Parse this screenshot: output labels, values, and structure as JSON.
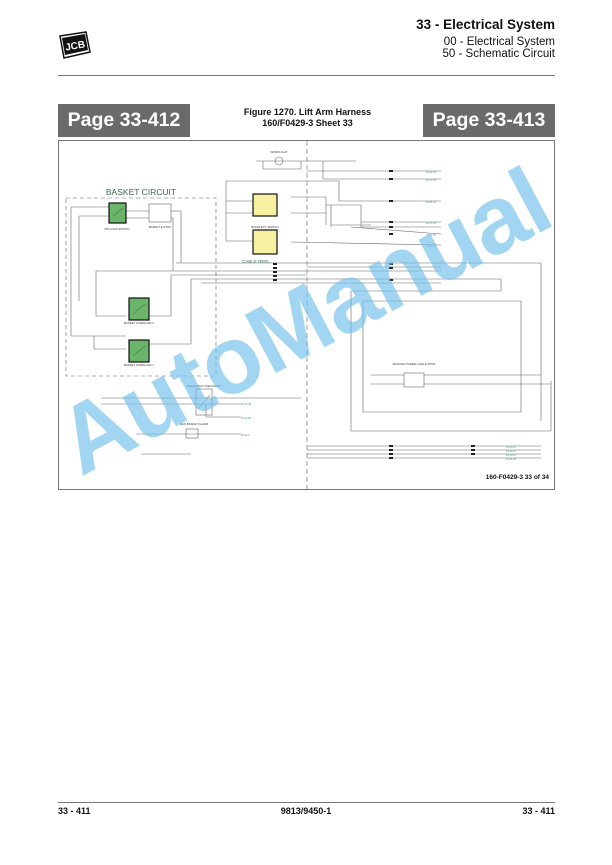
{
  "header": {
    "logo_text": "JCB",
    "section_title": "33 - Electrical System",
    "subsection": "00 - Electrical System",
    "topic": "50 - Schematic Circuit"
  },
  "navigation": {
    "prev_page": "Page 33-412",
    "next_page": "Page 33-413"
  },
  "figure": {
    "title_line1": "Figure 1270. Lift Arm Harness",
    "title_line2": "160/F0429-3 Sheet 33",
    "sheet_label": "160-F0429-3 33 of 34",
    "labels": {
      "basket_circuit": "BASKET CIRCUIT",
      "cable_reel": "CABLE REEL",
      "worklight": "WORKLIGHT",
      "boom_ext_switch": "BOOM EXT. SWITCH",
      "pin_lock_switch": "PIN LOCK SWITCH",
      "basket_estop": "BASKET E-STOP",
      "basket_overload_2": "BASKET OVERLOAD 2",
      "basket_overload_1": "BASKET OVERLOAD 1",
      "emergency_recovery": "EMERGENCY RECOVERY",
      "man_basket_alarm": "MAN BASKET ALARM",
      "load_estop": "MANUFACTURER LOAD E-STOP"
    },
    "colors": {
      "switch_green": "#6ab56a",
      "switch_yellow": "#f6f0a0",
      "wire": "#555555",
      "ref_green": "#3a9a6a"
    }
  },
  "footer": {
    "page_left": "33 - 411",
    "doc_number": "9813/9450-1",
    "page_right": "33 - 411"
  },
  "watermark": "AutoManual"
}
